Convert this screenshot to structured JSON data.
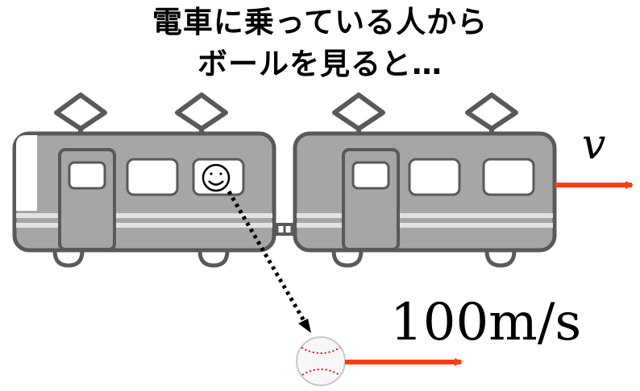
{
  "title": {
    "line1": "電車に乗っている人から",
    "line2": "ボールを見ると…"
  },
  "labels": {
    "velocity_symbol": "v",
    "ball_speed": "100m/s"
  },
  "colors": {
    "train_body": "#a6a6a6",
    "train_outline": "#595959",
    "stripe": "#e3e3e3",
    "arrow": "#ff3b14",
    "ball_seam": "#d0161a"
  },
  "icons": {
    "passenger": "smiley-face-icon",
    "ball": "baseball-icon"
  }
}
